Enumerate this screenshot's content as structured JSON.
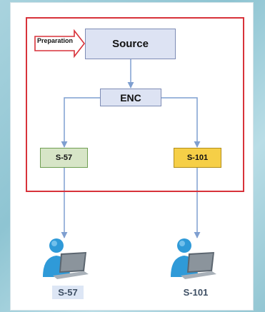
{
  "nodes": {
    "source": "Source",
    "preparation": "Preparation",
    "enc": "ENC",
    "s57": "S-57",
    "s101": "S-101"
  },
  "users": {
    "left_label": "S-57",
    "right_label": "S-101"
  },
  "colors": {
    "frame": "#d8323a",
    "source_fill": "#dde3f3",
    "s57_fill": "#d7e5c7",
    "s101_fill": "#f6cf47",
    "connector": "#7f9fd0"
  }
}
